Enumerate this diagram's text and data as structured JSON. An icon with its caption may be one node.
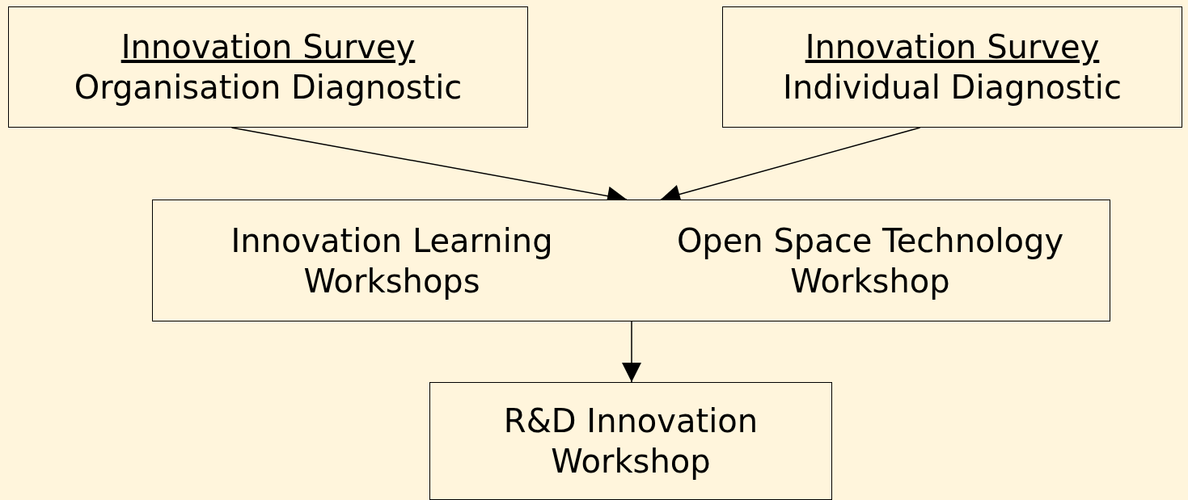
{
  "diagram": {
    "nodes": [
      {
        "text": [
          "Innovation Survey",
          "Organisation Diagnostic"
        ]
      },
      {
        "text": [
          "Innovation Survey",
          "Individual Diagnostic"
        ]
      },
      {
        "text": [
          "Innovation Learning Workshops"
        ]
      },
      {
        "text": [
          "Open Space Technology Workshop"
        ]
      },
      {
        "text": [
          "R&D Innovation Workshop"
        ]
      }
    ],
    "edges": [
      {
        "from": 0,
        "to": 2,
        "arrow": "to"
      },
      {
        "from": 1,
        "to": 3,
        "arrow": "to"
      },
      {
        "from": 2,
        "to": 4,
        "arrow": "to"
      }
    ]
  }
}
